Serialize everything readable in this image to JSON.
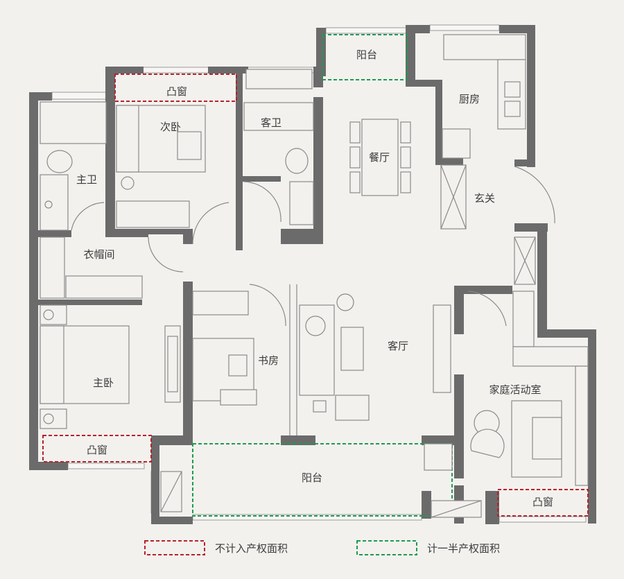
{
  "rooms": {
    "balcony_top": "阳台",
    "kitchen": "厨房",
    "bay_window_secondary": "凸窗",
    "secondary_bedroom": "次卧",
    "guest_bathroom": "客卫",
    "dining": "餐厅",
    "master_bathroom": "主卫",
    "foyer": "玄关",
    "cloakroom": "衣帽间",
    "study": "书房",
    "living": "客厅",
    "master_bedroom": "主卧",
    "family_room": "家庭活动室",
    "bay_window_master": "凸窗",
    "balcony_bottom": "阳台",
    "bay_window_family": "凸窗"
  },
  "legend": {
    "red_label": "不计入产权面积",
    "green_label": "计一半产权面积",
    "red_color": "#b4232a",
    "green_color": "#1f9a4f"
  }
}
